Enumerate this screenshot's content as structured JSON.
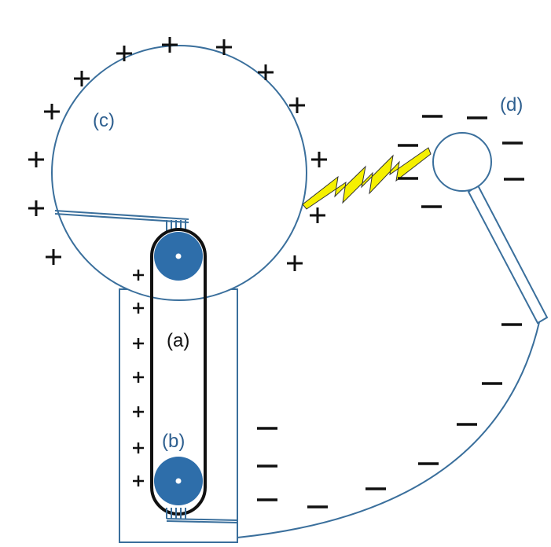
{
  "labels": {
    "belt": "(a)",
    "pulley": "(b)",
    "dome": "(c)",
    "sphere": "(d)"
  },
  "colors": {
    "outline": "#3a6f9c",
    "pulley": "#2e6eaa",
    "belt": "#111111",
    "spark": "#f5f000",
    "label_blue": "#2e5f8f"
  },
  "signs": {
    "plus": "+",
    "minus": "−"
  }
}
